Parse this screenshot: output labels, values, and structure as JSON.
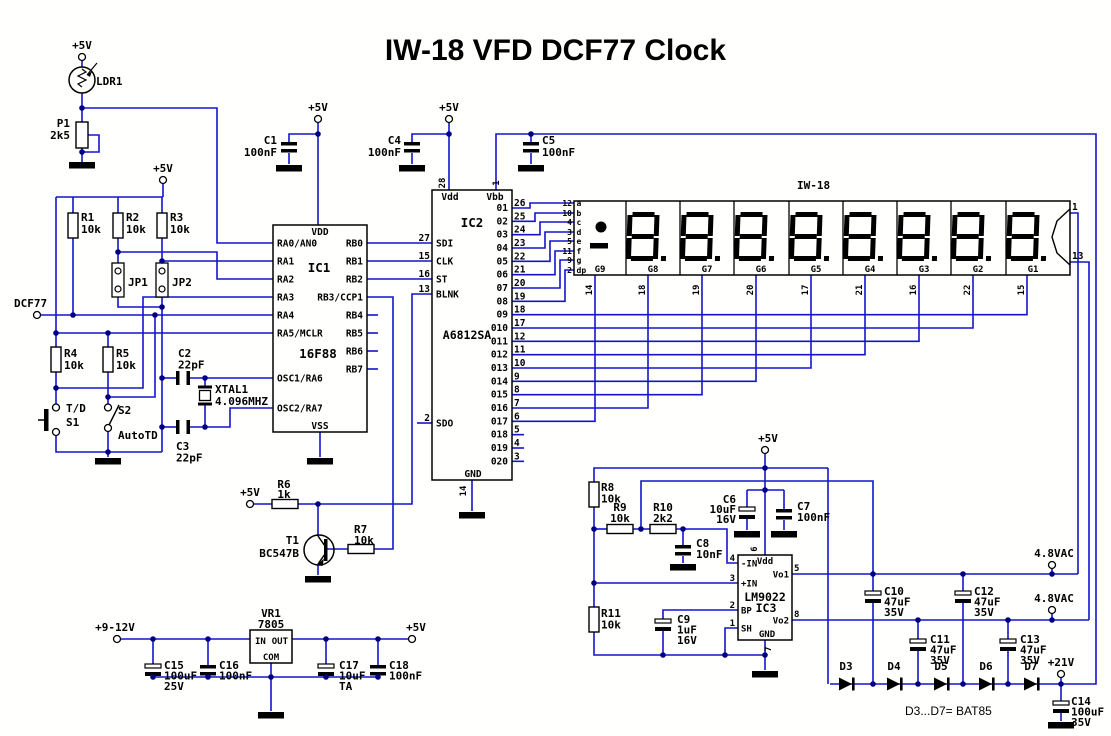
{
  "title": "IW-18 VFD DCF77 Clock",
  "note": "D3...D7= BAT85",
  "components": [
    {
      "id": "LDR1",
      "lines": [
        "LDR1"
      ]
    },
    {
      "id": "P1",
      "lines": [
        "P1",
        "2k5"
      ]
    },
    {
      "id": "R1",
      "lines": [
        "R1",
        "10k"
      ]
    },
    {
      "id": "R2",
      "lines": [
        "R2",
        "10k"
      ]
    },
    {
      "id": "R3",
      "lines": [
        "R3",
        "10k"
      ]
    },
    {
      "id": "R4",
      "lines": [
        "R4",
        "10k"
      ]
    },
    {
      "id": "R5",
      "lines": [
        "R5",
        "10k"
      ]
    },
    {
      "id": "JP1",
      "lines": [
        "JP1"
      ]
    },
    {
      "id": "JP2",
      "lines": [
        "JP2"
      ]
    },
    {
      "id": "S1",
      "lines": [
        "T/D",
        "S1"
      ]
    },
    {
      "id": "S2",
      "lines": [
        "S2",
        "AutoTD"
      ]
    },
    {
      "id": "C1",
      "lines": [
        "C1",
        "100nF"
      ]
    },
    {
      "id": "C2",
      "lines": [
        "C2",
        "22pF"
      ]
    },
    {
      "id": "C3",
      "lines": [
        "C3",
        "22pF"
      ]
    },
    {
      "id": "XTAL1",
      "lines": [
        "XTAL1",
        "4.096MHZ"
      ]
    },
    {
      "id": "C4",
      "lines": [
        "C4",
        "100nF"
      ]
    },
    {
      "id": "C5",
      "lines": [
        "C5",
        "100nF"
      ]
    },
    {
      "id": "R6",
      "lines": [
        "R6",
        "1k"
      ]
    },
    {
      "id": "R7",
      "lines": [
        "R7",
        "10k"
      ]
    },
    {
      "id": "T1",
      "lines": [
        "T1",
        "BC547B"
      ]
    },
    {
      "id": "VR1",
      "lines": [
        "VR1",
        "7805"
      ]
    },
    {
      "id": "C15",
      "lines": [
        "C15",
        "100uF",
        "25V"
      ]
    },
    {
      "id": "C16",
      "lines": [
        "C16",
        "100nF"
      ]
    },
    {
      "id": "C17",
      "lines": [
        "C17",
        "10uF",
        "TA"
      ]
    },
    {
      "id": "C18",
      "lines": [
        "C18",
        "100nF"
      ]
    },
    {
      "id": "R8",
      "lines": [
        "R8",
        "10k"
      ]
    },
    {
      "id": "R9",
      "lines": [
        "R9",
        "10k"
      ]
    },
    {
      "id": "R10",
      "lines": [
        "R10",
        "2k2"
      ]
    },
    {
      "id": "R11",
      "lines": [
        "R11",
        "10k"
      ]
    },
    {
      "id": "C6",
      "lines": [
        "C6",
        "10uF",
        "16V"
      ]
    },
    {
      "id": "C7",
      "lines": [
        "C7",
        "100nF"
      ]
    },
    {
      "id": "C8",
      "lines": [
        "C8",
        "10nF"
      ]
    },
    {
      "id": "C9",
      "lines": [
        "C9",
        "1uF",
        "16V"
      ]
    },
    {
      "id": "C10",
      "lines": [
        "C10",
        "47uF",
        "35V"
      ]
    },
    {
      "id": "C11",
      "lines": [
        "C11",
        "47uF",
        "35V"
      ]
    },
    {
      "id": "C12",
      "lines": [
        "C12",
        "47uF",
        "35V"
      ]
    },
    {
      "id": "C13",
      "lines": [
        "C13",
        "47uF",
        "35V"
      ]
    },
    {
      "id": "C14",
      "lines": [
        "C14",
        "100uF",
        "35V"
      ]
    },
    {
      "id": "D3",
      "lines": [
        "D3"
      ]
    },
    {
      "id": "D4",
      "lines": [
        "D4"
      ]
    },
    {
      "id": "D5",
      "lines": [
        "D5"
      ]
    },
    {
      "id": "D6",
      "lines": [
        "D6"
      ]
    },
    {
      "id": "D7",
      "lines": [
        "D7"
      ]
    }
  ],
  "terminals": [
    {
      "id": "vcc_ldr",
      "label": "+5V"
    },
    {
      "id": "vcc_pull",
      "label": "+5V"
    },
    {
      "id": "vcc_ic1",
      "label": "+5V"
    },
    {
      "id": "vcc_ic2",
      "label": "+5V"
    },
    {
      "id": "vcc_r6",
      "label": "+5V"
    },
    {
      "id": "vcc_lm",
      "label": "+5V"
    },
    {
      "id": "dcf77",
      "label": "DCF77"
    },
    {
      "id": "vin",
      "label": "+9-12V"
    },
    {
      "id": "vcc_out",
      "label": "+5V"
    },
    {
      "id": "vac1",
      "label": "4.8VAC"
    },
    {
      "id": "vac2",
      "label": "4.8VAC"
    },
    {
      "id": "v21",
      "label": "+21V"
    }
  ],
  "ic1": {
    "name": "IC1",
    "part": "16F88",
    "top": "VDD",
    "bottom": "VSS",
    "left_pins": [
      "RA0/AN0",
      "RA1",
      "RA2",
      "RA3",
      "RA4",
      "RA5/MCLR",
      "OSC1/RA6",
      "OSC2/RA7"
    ],
    "right_pins": [
      "RB0",
      "RB1",
      "RB2",
      "RB3/CCP1",
      "RB4",
      "RB5",
      "RB6",
      "RB7"
    ]
  },
  "ic2": {
    "name": "IC2",
    "part": "A6812SA",
    "top_pins": [
      {
        "pin": "28",
        "label": "Vdd"
      },
      {
        "pin": "1",
        "label": "Vbb"
      }
    ],
    "bottom_pin": {
      "pin": "14",
      "label": "GND"
    },
    "left_pins": [
      {
        "pin": "27",
        "label": "SDI"
      },
      {
        "pin": "15",
        "label": "CLK"
      },
      {
        "pin": "16",
        "label": "ST"
      },
      {
        "pin": "13",
        "label": "BLNK"
      },
      {
        "pin": "2",
        "label": "SDO"
      }
    ],
    "outputs": [
      {
        "label": "O1",
        "pin": "26"
      },
      {
        "label": "O2",
        "pin": "25"
      },
      {
        "label": "O3",
        "pin": "24"
      },
      {
        "label": "O4",
        "pin": "23"
      },
      {
        "label": "O5",
        "pin": "22"
      },
      {
        "label": "O6",
        "pin": "21"
      },
      {
        "label": "O7",
        "pin": "20"
      },
      {
        "label": "O8",
        "pin": "19"
      },
      {
        "label": "O9",
        "pin": "18"
      },
      {
        "label": "O10",
        "pin": "17"
      },
      {
        "label": "O11",
        "pin": "12"
      },
      {
        "label": "O12",
        "pin": "11"
      },
      {
        "label": "O13",
        "pin": "10"
      },
      {
        "label": "O14",
        "pin": "9"
      },
      {
        "label": "O15",
        "pin": "8"
      },
      {
        "label": "O16",
        "pin": "7"
      },
      {
        "label": "O17",
        "pin": "6"
      },
      {
        "label": "O18",
        "pin": "5"
      },
      {
        "label": "O19",
        "pin": "4"
      },
      {
        "label": "O20",
        "pin": "3"
      }
    ]
  },
  "ic3": {
    "name": "IC3",
    "part": "LM9022",
    "left_pins": [
      {
        "pin": "4",
        "label": "-IN"
      },
      {
        "pin": "3",
        "label": "+IN"
      },
      {
        "pin": "2",
        "label": "BP"
      },
      {
        "pin": "1",
        "label": "SH"
      }
    ],
    "right_pins": [
      {
        "pin": "5",
        "label": "Vo1"
      },
      {
        "pin": "8",
        "label": "Vo2"
      }
    ],
    "top_pin": {
      "pin": "6",
      "label": "Vdd"
    },
    "bottom_pin": {
      "pin": "7",
      "label": "GND"
    }
  },
  "vr1_box": {
    "in": "IN",
    "out": "OUT",
    "com": "COM"
  },
  "display": {
    "name": "IW-18",
    "segment_rows": [
      {
        "pin": "12",
        "seg": "a"
      },
      {
        "pin": "10",
        "seg": "b"
      },
      {
        "pin": "4",
        "seg": "c"
      },
      {
        "pin": "3",
        "seg": "d"
      },
      {
        "pin": "5",
        "seg": "e"
      },
      {
        "pin": "11",
        "seg": "f"
      },
      {
        "pin": "9",
        "seg": "g"
      },
      {
        "pin": "2",
        "seg": "dp"
      }
    ],
    "grids": [
      "G9",
      "G8",
      "G7",
      "G6",
      "G5",
      "G4",
      "G3",
      "G2",
      "G1"
    ],
    "grid_pins": [
      "14",
      "18",
      "19",
      "20",
      "17",
      "21",
      "16",
      "22",
      "15"
    ],
    "filament_pins": [
      "1",
      "13"
    ]
  }
}
